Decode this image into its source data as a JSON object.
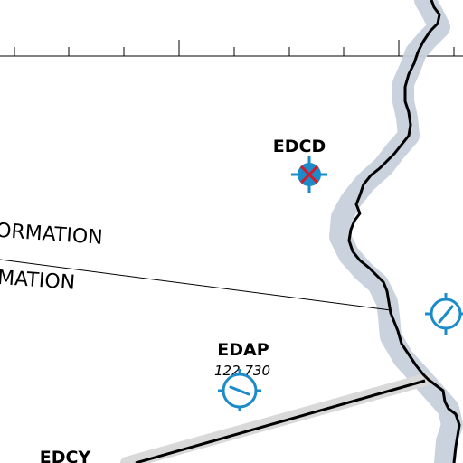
{
  "map": {
    "colors": {
      "background": "#ffffff",
      "airport_blue": "#1b8bc9",
      "closed_cross": "#d11a2a",
      "border_line": "#000000",
      "border_buffer": "#c7d0dc",
      "route_buffer": "#d6d6d6"
    },
    "airports": [
      {
        "ident": "EDCD",
        "freq": "",
        "symbol": "closed-airport-icon"
      },
      {
        "ident": "EDAP",
        "freq": "122.730",
        "symbol": "airfield-icon"
      },
      {
        "ident": "EDCY",
        "freq": "",
        "symbol": ""
      },
      {
        "ident": "",
        "freq": "",
        "symbol": "airfield-icon"
      }
    ],
    "airspace_labels": [
      {
        "text": "ORMATION"
      },
      {
        "text": "MATION"
      }
    ]
  }
}
